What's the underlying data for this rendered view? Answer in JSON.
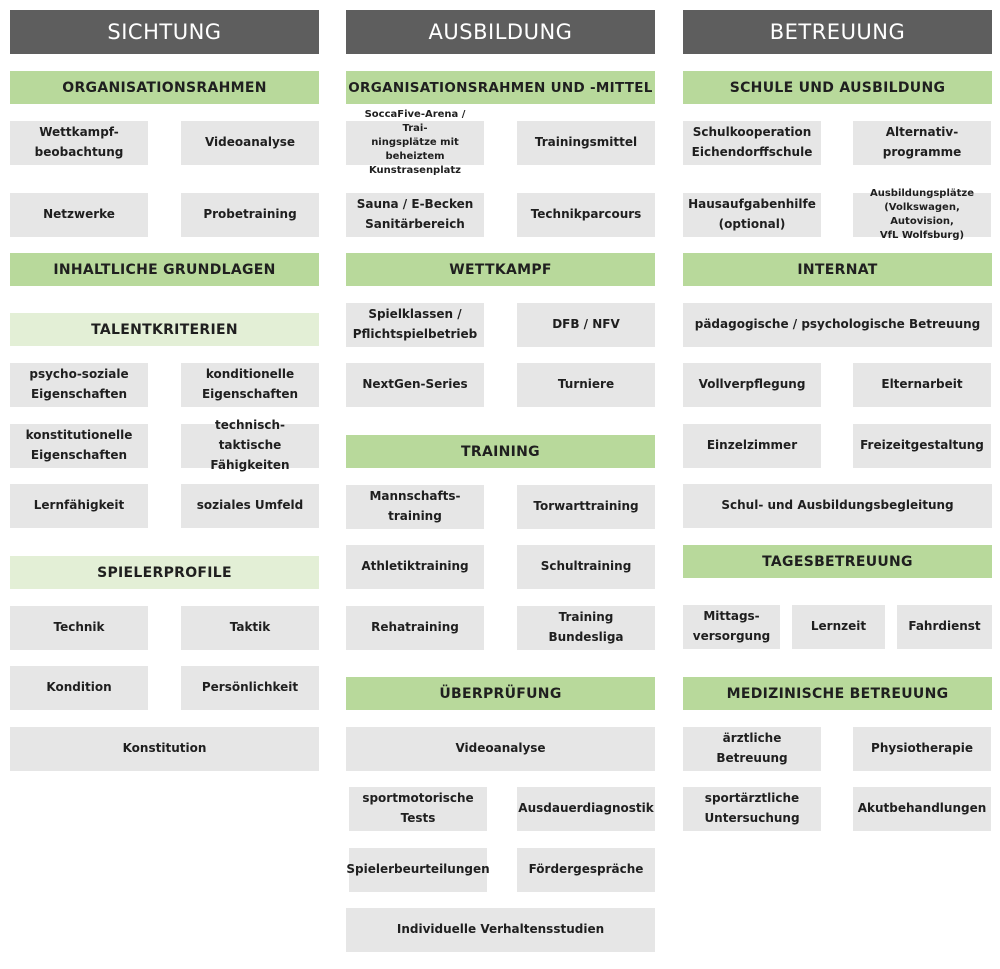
{
  "columns": {
    "sichtung": {
      "title": "SICHTUNG",
      "sections": {
        "organisationsrahmen": {
          "title": "ORGANISATIONSRAHMEN",
          "items": [
            "Wettkampf-\nbeobachtung",
            "Videoanalyse",
            "Netzwerke",
            "Probetraining"
          ]
        },
        "inhaltliche_grundlagen": {
          "title": "INHALTLICHE GRUNDLAGEN"
        },
        "talentkriterien": {
          "title": "TALENTKRITERIEN",
          "items": [
            "psycho-soziale\nEigenschaften",
            "konditionelle\nEigenschaften",
            "konstitutionelle\nEigenschaften",
            "technisch-taktische\nFähigkeiten",
            "Lernfähigkeit",
            "soziales Umfeld"
          ]
        },
        "spielerprofile": {
          "title": "SPIELERPROFILE",
          "items": [
            "Technik",
            "Taktik",
            "Kondition",
            "Persönlichkeit",
            "Konstitution"
          ]
        }
      }
    },
    "ausbildung": {
      "title": "AUSBILDUNG",
      "sections": {
        "organisationsrahmen": {
          "title": "ORGANISATIONSRAHMEN UND -MITTEL",
          "items": [
            "SoccaFive-Arena / Trai-\nningsplätze mit beheiztem\nKunstrasenplatz",
            "Trainingsmittel",
            "Sauna / E-Becken\nSanitärbereich",
            "Technikparcours"
          ]
        },
        "wettkampf": {
          "title": "WETTKAMPF",
          "items": [
            "Spielklassen /\nPflichtspielbetrieb",
            "DFB / NFV",
            "NextGen-Series",
            "Turniere"
          ]
        },
        "training": {
          "title": "TRAINING",
          "items": [
            "Mannschafts-\ntraining",
            "Torwarttraining",
            "Athletiktraining",
            "Schultraining",
            "Rehatraining",
            "Training Bundesliga"
          ]
        },
        "ueberpruefung": {
          "title": "ÜBERPRÜFUNG",
          "items": [
            "Videoanalyse",
            "sportmotorische\nTests",
            "Ausdauerdiagnostik",
            "Spielerbeurteilungen",
            "Fördergespräche",
            "Individuelle Verhaltensstudien"
          ]
        }
      }
    },
    "betreuung": {
      "title": "BETREUUNG",
      "sections": {
        "schule": {
          "title": "SCHULE UND AUSBILDUNG",
          "items": [
            "Schulkooperation\nEichendorffschule",
            "Alternativ-\nprogramme",
            "Hausaufgabenhilfe\n(optional)",
            "Ausbildungsplätze\n(Volkswagen, Autovision,\nVfL Wolfsburg)"
          ]
        },
        "internat": {
          "title": "INTERNAT",
          "items": [
            "pädagogische / psychologische Betreuung",
            "Vollverpflegung",
            "Elternarbeit",
            "Einzelzimmer",
            "Freizeitgestaltung",
            "Schul- und Ausbildungsbegleitung"
          ]
        },
        "tagesbetreuung": {
          "title": "TAGESBETREUUNG",
          "items": [
            "Mittags-\nversorgung",
            "Lernzeit",
            "Fahrdienst"
          ]
        },
        "medizinisch": {
          "title": "MEDIZINISCHE BETREUUNG",
          "items": [
            "ärztliche\nBetreuung",
            "Physiotherapie",
            "sportärztliche\nUntersuchung",
            "Akutbehandlungen"
          ]
        }
      }
    }
  },
  "colors": {
    "header": "#5e5e5e",
    "section": "#b8d99b",
    "subsection": "#e3efd6",
    "box": "#e6e6e6"
  }
}
